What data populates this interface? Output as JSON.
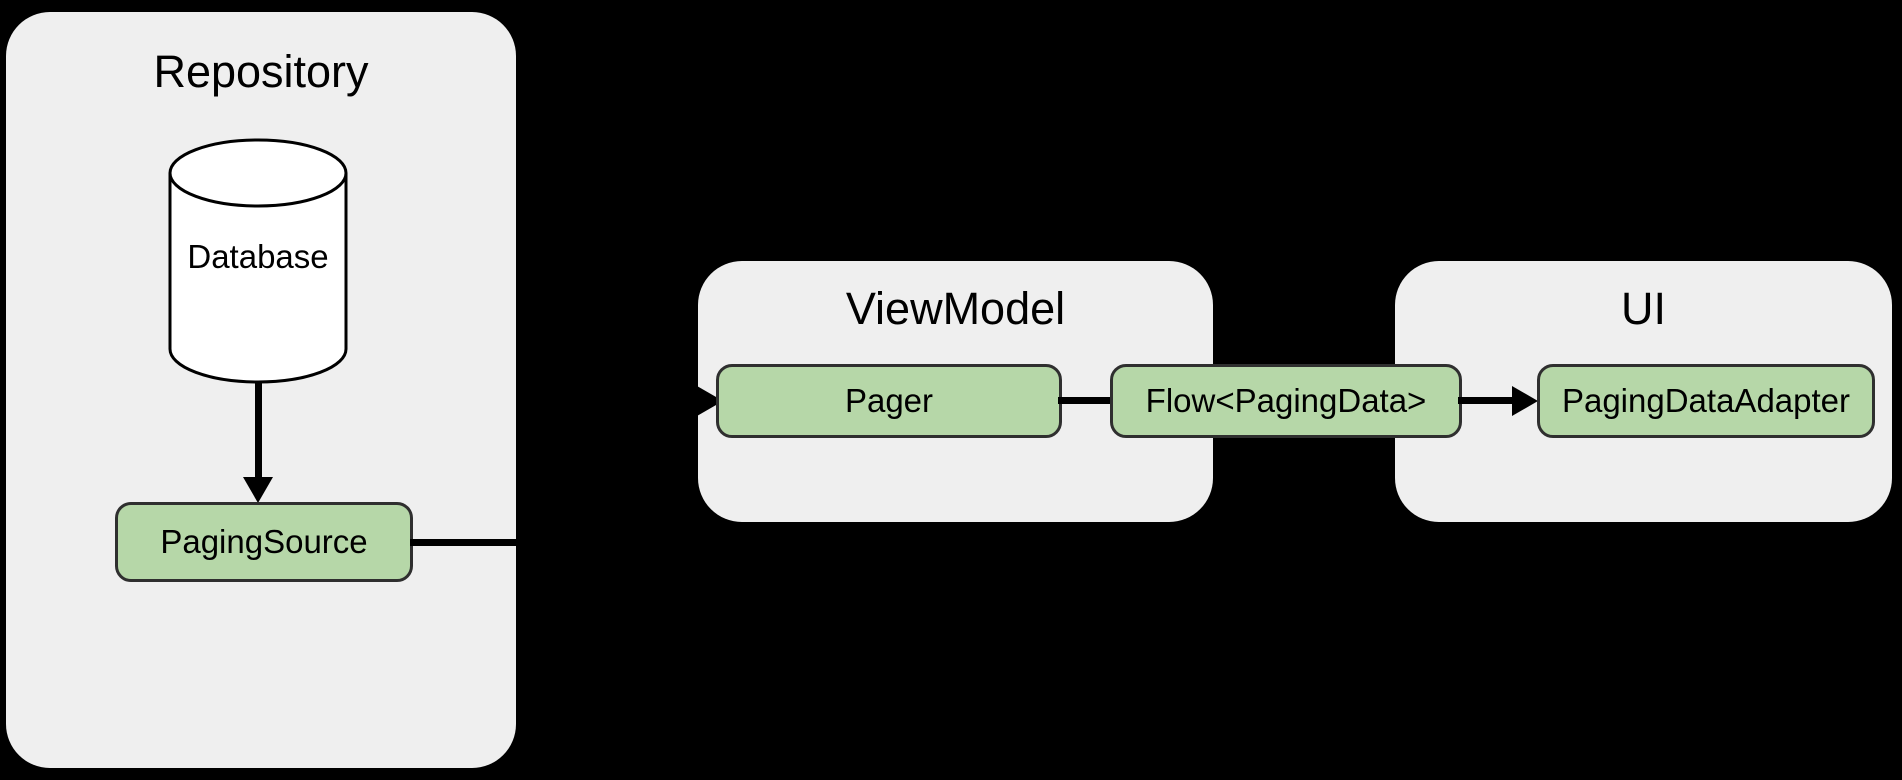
{
  "colors": {
    "background": "#000000",
    "container_fill": "#efefef",
    "node_fill": "#b6d7a8",
    "node_border": "#2f2f2f",
    "connector": "#000000",
    "text": "#000000",
    "cylinder_fill": "#ffffff",
    "cylinder_stroke": "#000000"
  },
  "containers": {
    "repository": {
      "title": "Repository"
    },
    "viewmodel": {
      "title": "ViewModel"
    },
    "ui": {
      "title": "UI"
    }
  },
  "nodes": {
    "database": {
      "label": "Database",
      "shape": "cylinder"
    },
    "paging_source": {
      "label": "PagingSource",
      "shape": "rounded-rect"
    },
    "pager": {
      "label": "Pager",
      "shape": "rounded-rect"
    },
    "flow_paging_data": {
      "label": "Flow<PagingData>",
      "shape": "rounded-rect"
    },
    "paging_data_adapter": {
      "label": "PagingDataAdapter",
      "shape": "rounded-rect"
    }
  },
  "edges": [
    {
      "from": "database",
      "to": "paging_source",
      "arrow": true
    },
    {
      "from": "paging_source",
      "to": "pager",
      "arrow": true
    },
    {
      "from": "pager",
      "to": "flow_paging_data",
      "arrow": false
    },
    {
      "from": "flow_paging_data",
      "to": "paging_data_adapter",
      "arrow": true
    }
  ]
}
